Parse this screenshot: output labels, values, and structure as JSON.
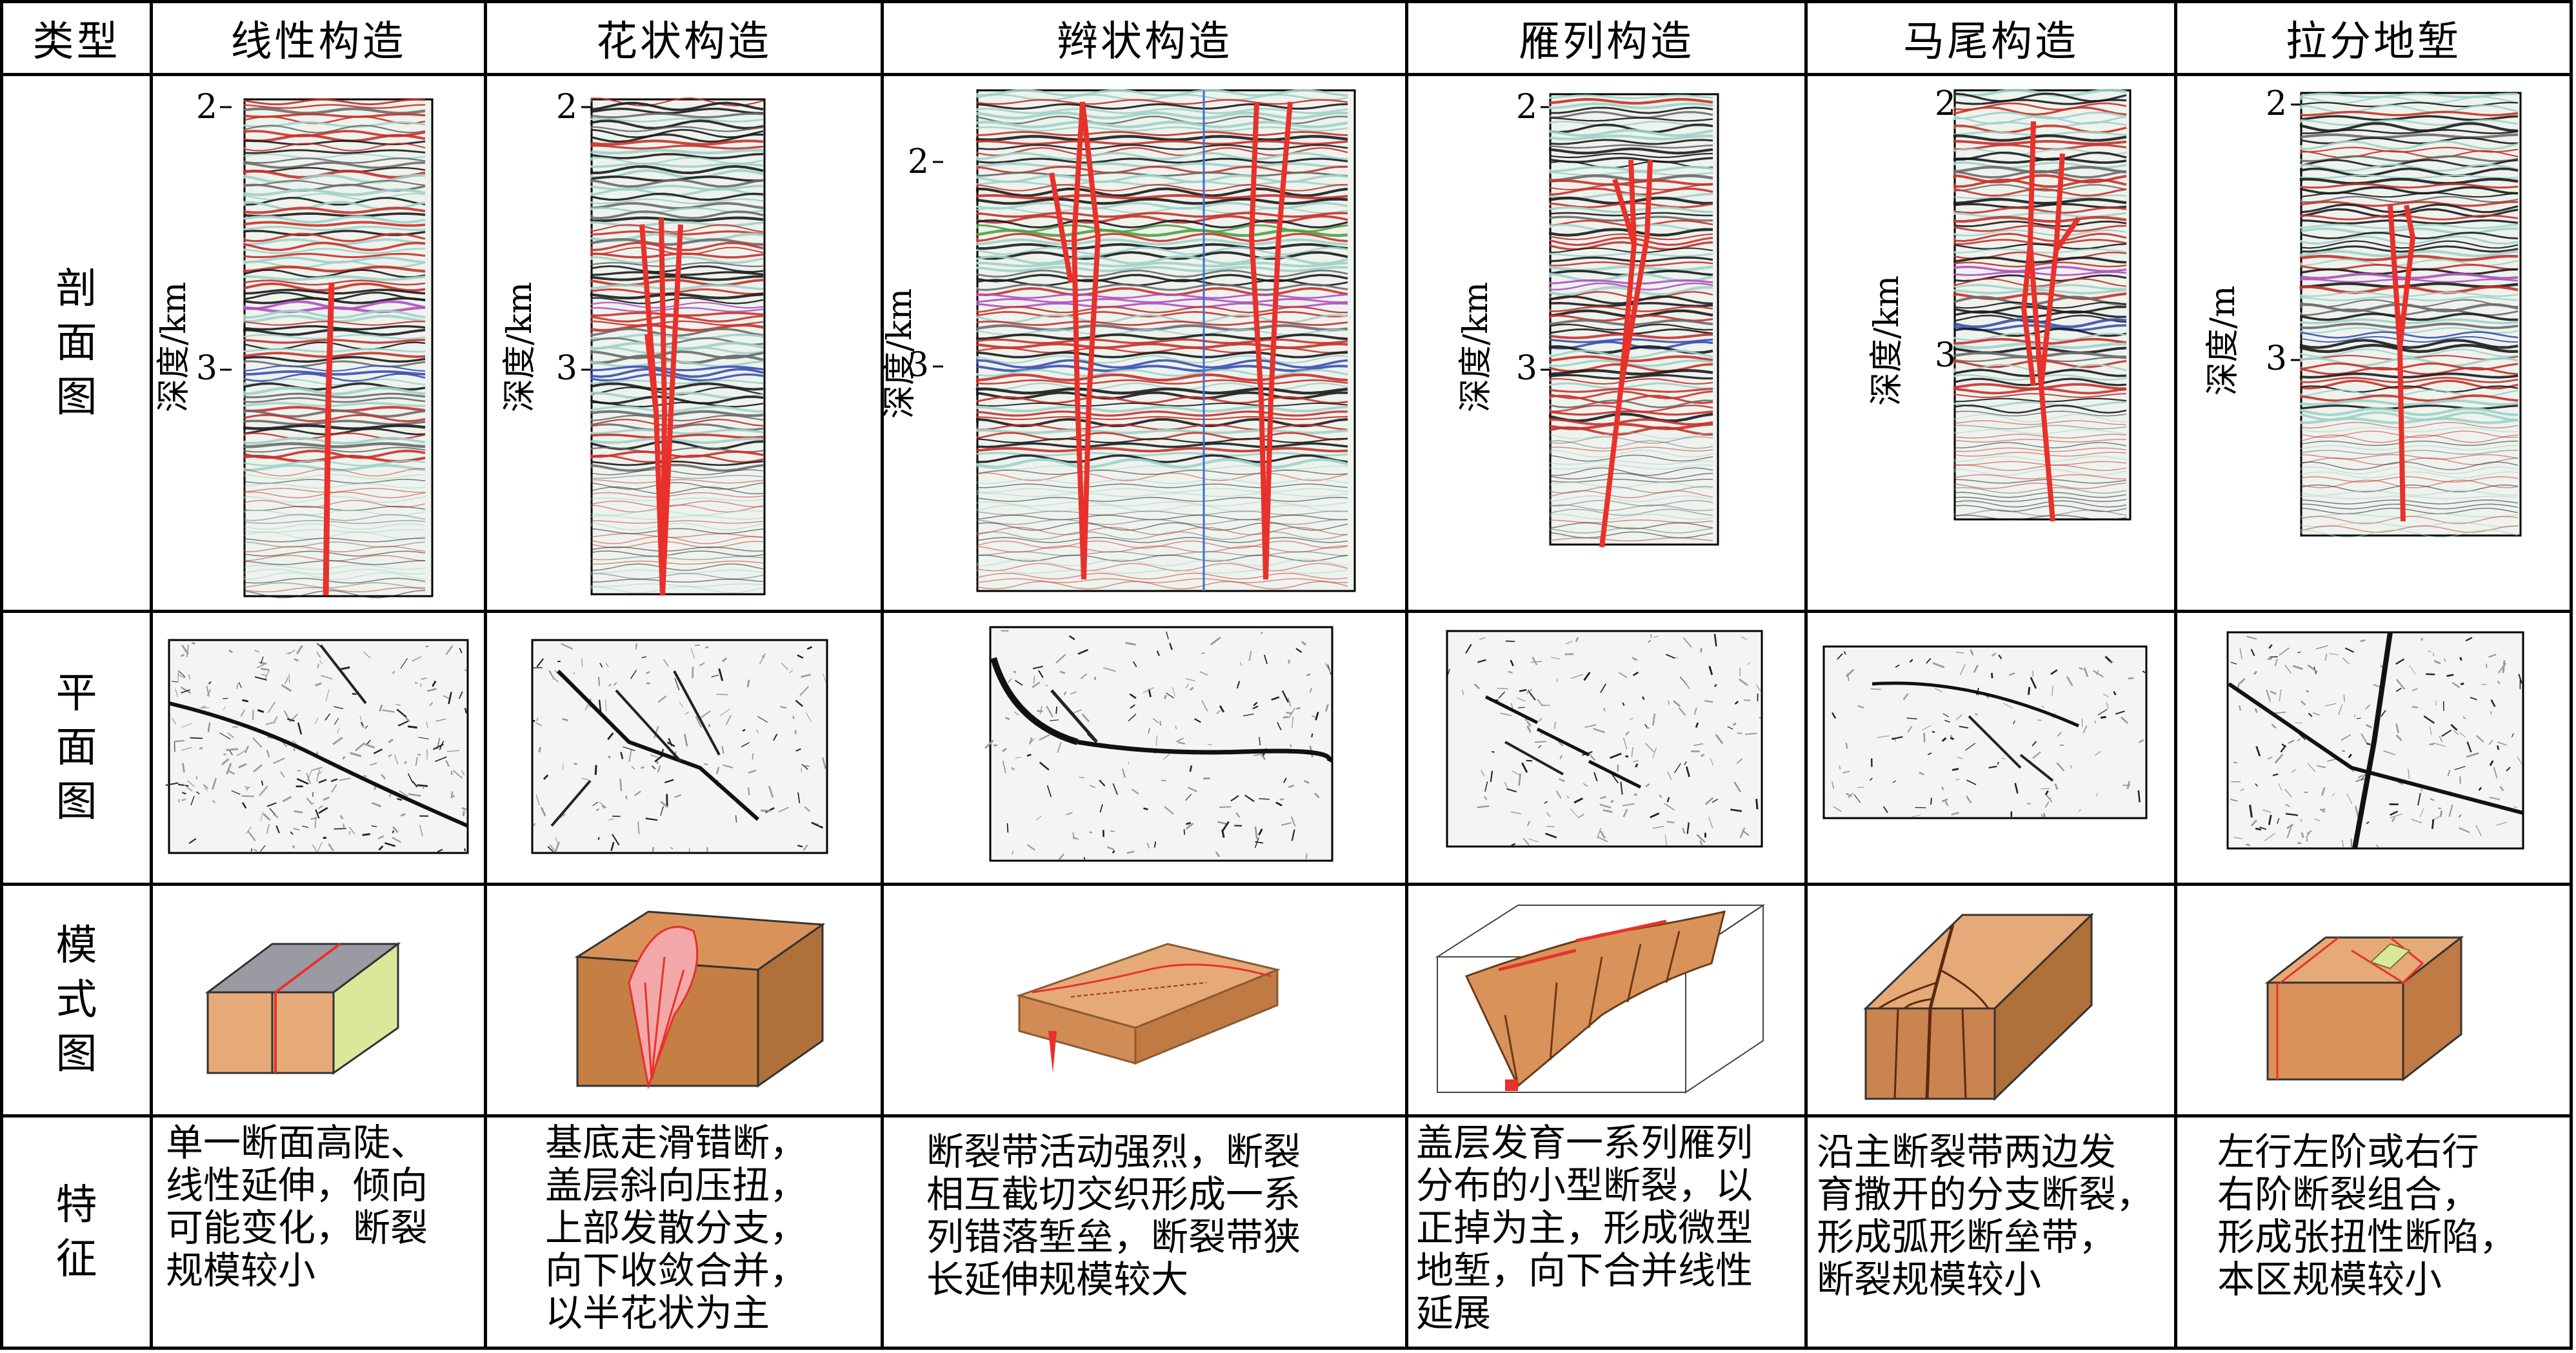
{
  "header": {
    "corner": "类型",
    "columns": [
      "线性构造",
      "花状构造",
      "辫状构造",
      "雁列构造",
      "马尾构造",
      "拉分地堑"
    ]
  },
  "row_labels": {
    "section": [
      "剖",
      "面",
      "图"
    ],
    "plan": [
      "平",
      "面",
      "图"
    ],
    "model": [
      "模",
      "式",
      "图"
    ],
    "feature": [
      "特",
      "征"
    ]
  },
  "sections": [
    {
      "ylabel": "深度/km",
      "tick_top": "2",
      "tick_mid": "3"
    },
    {
      "ylabel": "深度/km",
      "tick_top": "2",
      "tick_mid": "3"
    },
    {
      "ylabel": "深度/km",
      "tick_top": "2",
      "tick_mid": "3"
    },
    {
      "ylabel": "深度/km",
      "tick_top": "2",
      "tick_mid": "3"
    },
    {
      "ylabel": "深度/km",
      "tick_top": "2",
      "tick_mid": "3"
    },
    {
      "ylabel": "深度/m",
      "tick_top": "2",
      "tick_mid": "3"
    }
  ],
  "features": [
    [
      "单一断面高陡、",
      "线性延伸，倾向",
      "可能变化，断裂",
      "规模较小"
    ],
    [
      "基底走滑错断，",
      "盖层斜向压扭，",
      "上部发散分支，",
      "向下收敛合并，",
      "以半花状为主"
    ],
    [
      "断裂带活动强烈，断裂",
      "相互截切交织形成一系",
      "列错落堑垒，断裂带狭",
      "长延伸规模较大"
    ],
    [
      "盖层发育一系列雁列",
      "分布的小型断裂，以",
      "正掉为主，形成微型",
      "地堑，向下合并线性",
      "延展"
    ],
    [
      "沿主断裂带两边发",
      "育撒开的分支断裂，",
      "形成弧形断垒带，",
      "断裂规模较小"
    ],
    [
      "左行左阶或右行",
      "右阶断裂组合，",
      "形成张扭性断陷，",
      "本区规模较小"
    ]
  ],
  "colors": {
    "fault": "#e8312b",
    "model_orange": "#d9935a",
    "model_face": "#e6a978",
    "model_lime": "#dbe89a",
    "model_gray": "#9a9aa2",
    "seismic_black": "#1a1a1a",
    "seismic_red": "#c8312a",
    "seismic_blue": "#3a4fb0",
    "seismic_purple": "#b04fc0",
    "seismic_green": "#4fa040",
    "seismic_cyan": "#9fd2c8"
  }
}
